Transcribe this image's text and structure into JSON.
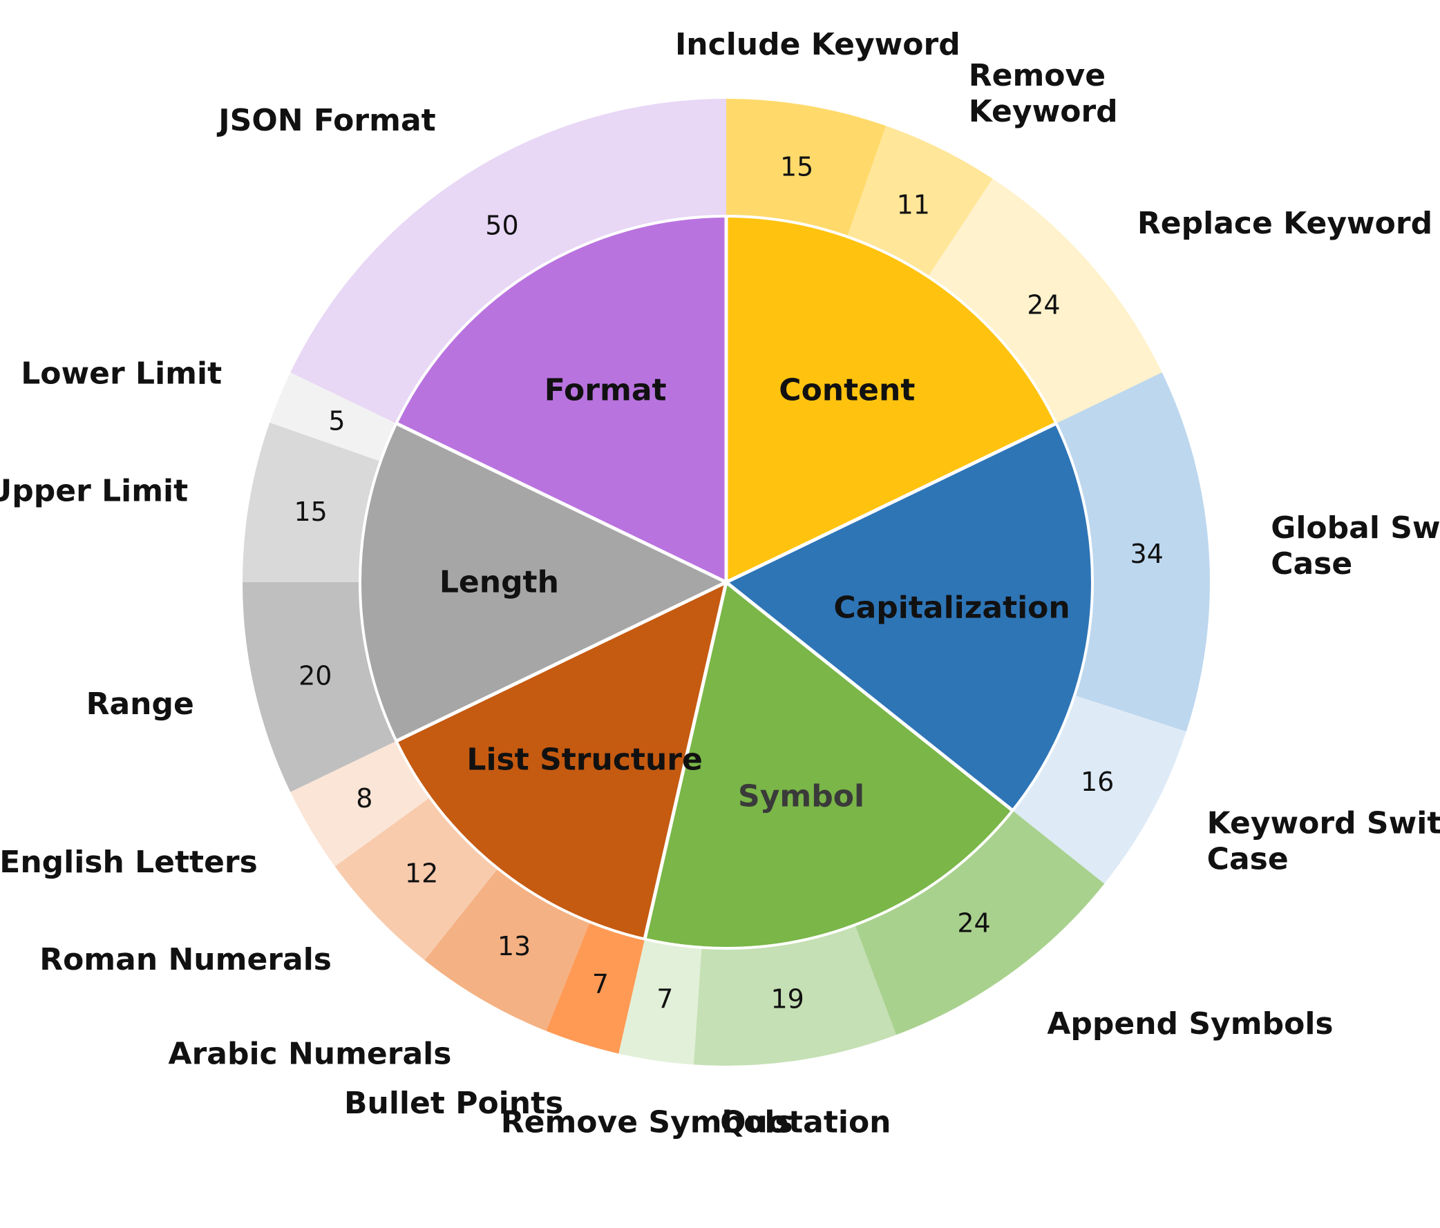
{
  "chart_data": {
    "type": "pie",
    "subtype": "nested-donut",
    "title": "",
    "categories": [
      {
        "name": "Content",
        "color": "#FFC30F",
        "text_color": "#111111",
        "items": [
          {
            "label": "Include Keyword",
            "value": 15,
            "color": "#FFDA6A"
          },
          {
            "label": "Remove\nKeyword",
            "value": 11,
            "color": "#FFE699"
          },
          {
            "label": "Replace Keyword",
            "value": 24,
            "color": "#FFF2CC"
          }
        ]
      },
      {
        "name": "Capitalization",
        "color": "#2E75B6",
        "text_color": "#111111",
        "items": [
          {
            "label": "Global Switch\nCase",
            "value": 34,
            "color": "#BDD7EE"
          },
          {
            "label": "Keyword Switch\nCase",
            "value": 16,
            "color": "#DEEBF7"
          }
        ]
      },
      {
        "name": "Symbol",
        "color": "#7AB648",
        "text_color": "#3a3a3a",
        "items": [
          {
            "label": "Append Symbols",
            "value": 24,
            "color": "#A9D18E"
          },
          {
            "label": "Quotation",
            "value": 19,
            "color": "#C5E0B4"
          },
          {
            "label": "Remove Symbols",
            "value": 7,
            "color": "#E2F0D9"
          }
        ]
      },
      {
        "name": "List Structure",
        "color": "#C55A11",
        "text_color": "#111111",
        "items": [
          {
            "label": "Bullet Points",
            "value": 7,
            "color": "#FF9A55"
          },
          {
            "label": "Arabic Numerals",
            "value": 13,
            "color": "#F4B183"
          },
          {
            "label": "Roman Numerals",
            "value": 12,
            "color": "#F8CBAD"
          },
          {
            "label": "English Letters",
            "value": 8,
            "color": "#FBE5D6"
          }
        ]
      },
      {
        "name": "Length",
        "color": "#A6A6A6",
        "text_color": "#111111",
        "items": [
          {
            "label": "Range",
            "value": 20,
            "color": "#BFBFBF"
          },
          {
            "label": "Upper Limit",
            "value": 15,
            "color": "#D9D9D9"
          },
          {
            "label": "Lower Limit",
            "value": 5,
            "color": "#F2F2F2"
          }
        ]
      },
      {
        "name": "Format",
        "color": "#B973DF",
        "text_color": "#111111",
        "items": [
          {
            "label": "JSON Format",
            "value": 50,
            "color": "#E8D7F5"
          }
        ]
      }
    ]
  }
}
